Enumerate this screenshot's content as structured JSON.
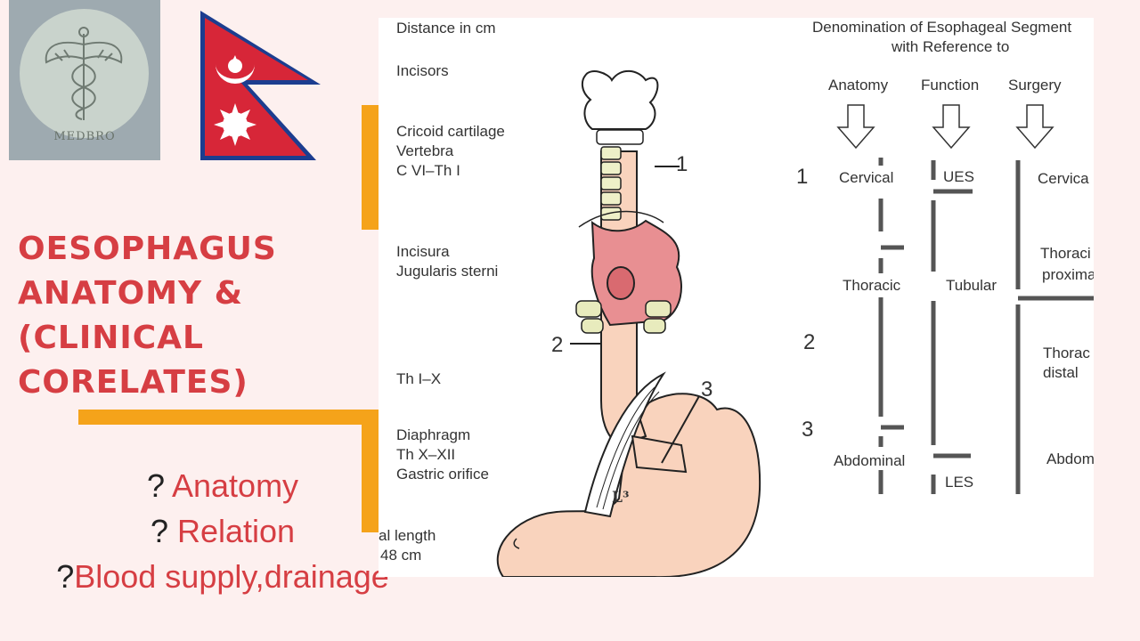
{
  "logo": {
    "text": "MEDBRO",
    "icon": "caduceus-icon"
  },
  "flag": {
    "icon": "nepal-flag-icon"
  },
  "title": {
    "lines": [
      "OESOPHAGUS",
      "ANATOMY &",
      "(CLINICAL",
      "CORELATES)"
    ]
  },
  "topics": [
    {
      "prefix": "? ",
      "text": "Anatomy"
    },
    {
      "prefix": "? ",
      "text": "Relation"
    },
    {
      "prefix": "?",
      "text": "Blood supply,drainage"
    }
  ],
  "figure": {
    "left_labels": {
      "distance": "Distance in cm",
      "incisors": "Incisors",
      "cricoid": [
        "Cricoid cartilage",
        "Vertebra",
        "C VI–Th I"
      ],
      "incisura": [
        "Incisura",
        "Jugularis sterni"
      ],
      "th": "Th I–X",
      "diaphragm": [
        "Diaphragm",
        "Th X–XII",
        "Gastric orifice"
      ],
      "total": [
        "al length",
        "48 cm"
      ]
    },
    "markers": [
      "1",
      "2",
      "3"
    ],
    "heading": [
      "Denomination of Esophageal Segment",
      "with Reference to"
    ],
    "columns": [
      "Anatomy",
      "Function",
      "Surgery"
    ],
    "anatomy": [
      "Cervical",
      "Thoracic",
      "Abdominal"
    ],
    "function": [
      "UES",
      "Tubular",
      "LES"
    ],
    "surgery": [
      "Cervica",
      "Thoraci",
      "proxima",
      "Thorac",
      "distal",
      "Abdom"
    ],
    "row_numbers": [
      "1",
      "2",
      "3"
    ],
    "stamp": "L³"
  },
  "colors": {
    "accent": "#f5a31a",
    "title": "#d63e43",
    "background": "#fdf0ef"
  }
}
